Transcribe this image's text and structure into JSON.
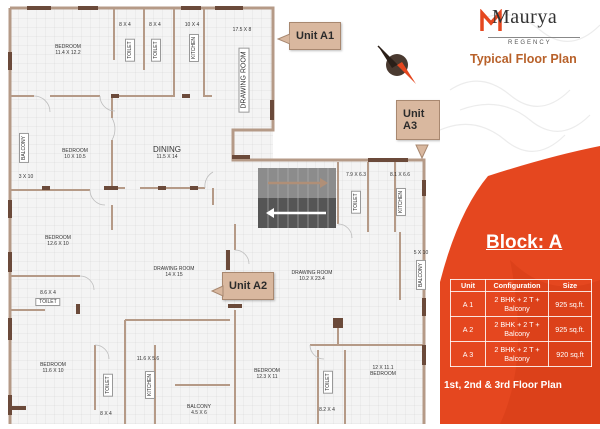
{
  "brand": {
    "name": "Maurya",
    "subtitle": "REGENCY",
    "plan_title": "Typical Floor Plan"
  },
  "block": {
    "title": "Block: A",
    "floors_text": "1st, 2nd & 3rd Floor Plan"
  },
  "config_table": {
    "headers": [
      "Unit",
      "Configuration",
      "Size"
    ],
    "rows": [
      {
        "unit": "A 1",
        "configuration": "2 BHK + 2 T + Balcony",
        "size": "925 sq.ft."
      },
      {
        "unit": "A 2",
        "configuration": "2 BHK + 2 T + Balcony",
        "size": "925 sq.ft."
      },
      {
        "unit": "A 3",
        "configuration": "2 BHK + 2 T + Balcony",
        "size": "920 sq.ft"
      }
    ]
  },
  "units": {
    "a1": "Unit A1",
    "a2": "Unit A2",
    "a3": "Unit A3"
  },
  "rooms": {
    "bedroom1": {
      "name": "BEDROOM",
      "size": "11.4 X 12.2"
    },
    "toilet1": {
      "name": "TOILET",
      "size": "8 X 4"
    },
    "toilet2": {
      "name": "TOILET",
      "size": "8 X 4"
    },
    "kitchen1": {
      "name": "KITCHEN",
      "size": "10 X 4"
    },
    "drawing1": {
      "name": "DRAWING ROOM",
      "size": "17.5 X 8"
    },
    "balcony1": {
      "name": "BALCONY",
      "size": "3 X 10"
    },
    "bedroom2": {
      "name": "BEDROOM",
      "size": "10 X 10.5"
    },
    "dining": {
      "name": "DINING",
      "size": "11.5 X 14"
    },
    "toilet3": {
      "name": "TOILET",
      "size": "7.9 X 6.3"
    },
    "kitchen2": {
      "name": "KITCHEN",
      "size": "8.1 X 6.6"
    },
    "bedroom3": {
      "name": "BEDROOM",
      "size": "12.6 X 10"
    },
    "drawing2": {
      "name": "DRAWING ROOM",
      "size": "14 X 15"
    },
    "drawing3": {
      "name": "DRAWING ROOM",
      "size": "10.2 X 23.4"
    },
    "balcony2": {
      "name": "BALCONY",
      "size": "5 X 10"
    },
    "toilet4": {
      "name": "TOILET",
      "size": "8.6 X 4"
    },
    "bedroom4": {
      "name": "BEDROOM",
      "size": "11.6 X 10"
    },
    "toilet5": {
      "name": "TOILET",
      "size": "8 X 4"
    },
    "kitchen3": {
      "name": "KITCHEN",
      "size": "11.6 X 5.6"
    },
    "balcony3": {
      "name": "BALCONY",
      "size": "4.5 X 6"
    },
    "bedroom5": {
      "name": "BEDROOM",
      "size": "12.3 X 11"
    },
    "toilet6": {
      "name": "TOILET",
      "size": "8.2 X 4"
    },
    "bedroom6": {
      "name": "BEDROOM",
      "size": "12 X 11.1"
    }
  },
  "colors": {
    "wall": "#b59a87",
    "wall_dark": "#6b4a3a",
    "accent_orange": "#e5471f",
    "title_orange": "#b8612a",
    "tag_fill": "#d9b89f",
    "stair_dark": "#555555"
  },
  "icons": {
    "compass": "compass-icon"
  }
}
